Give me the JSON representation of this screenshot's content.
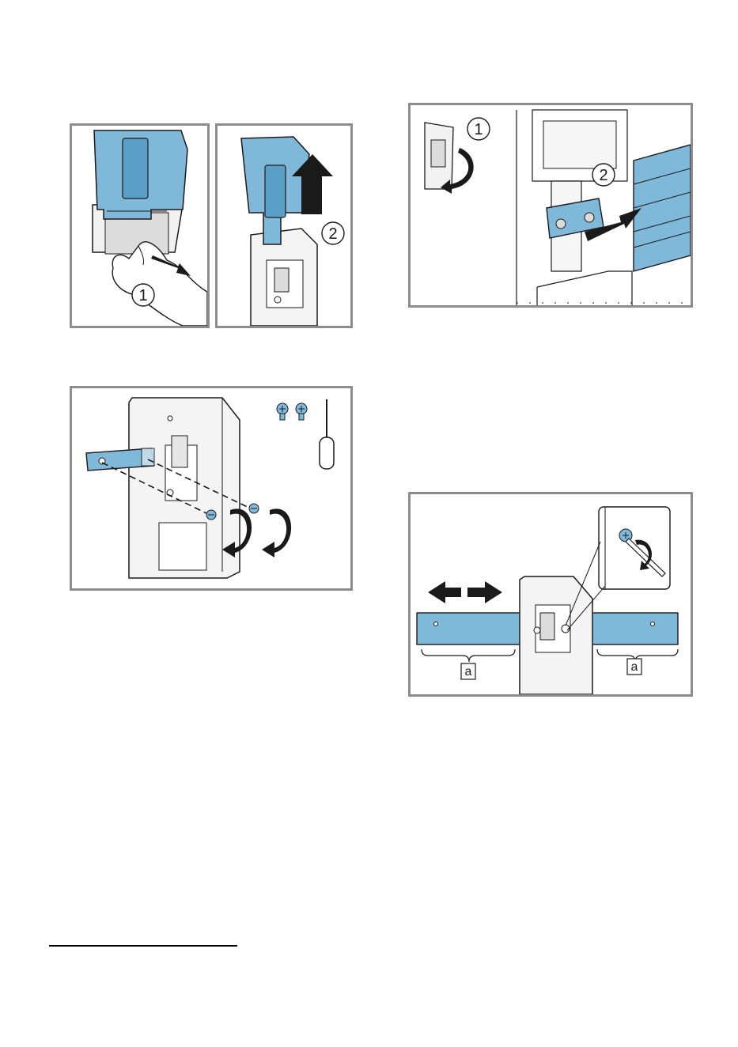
{
  "colors": {
    "accent_blue": "#7fb8d9",
    "accent_blue_dark": "#5b9fc6",
    "panel_border": "#8c8c8c",
    "line": "#1a1a1a",
    "shade": "#e3e3e3"
  },
  "figures": {
    "fig1a": {
      "step_label": "1",
      "icons": [
        "hand-icon",
        "pull-arrow-icon"
      ]
    },
    "fig1b": {
      "step_label": "2",
      "icons": [
        "up-arrow-icon"
      ]
    },
    "fig2": {
      "step_labels": [
        "1",
        "2"
      ],
      "icons": [
        "rotate-arrow-icon",
        "push-arrow-icon"
      ]
    },
    "fig3": {
      "icons": [
        "screw-icon",
        "screwdriver-icon",
        "rotate-arrow-icon"
      ]
    },
    "fig4": {
      "ref_label_left": "a",
      "ref_label_right": "a",
      "icons": [
        "left-arrow-icon",
        "right-arrow-icon",
        "screwdriver-icon"
      ]
    }
  }
}
